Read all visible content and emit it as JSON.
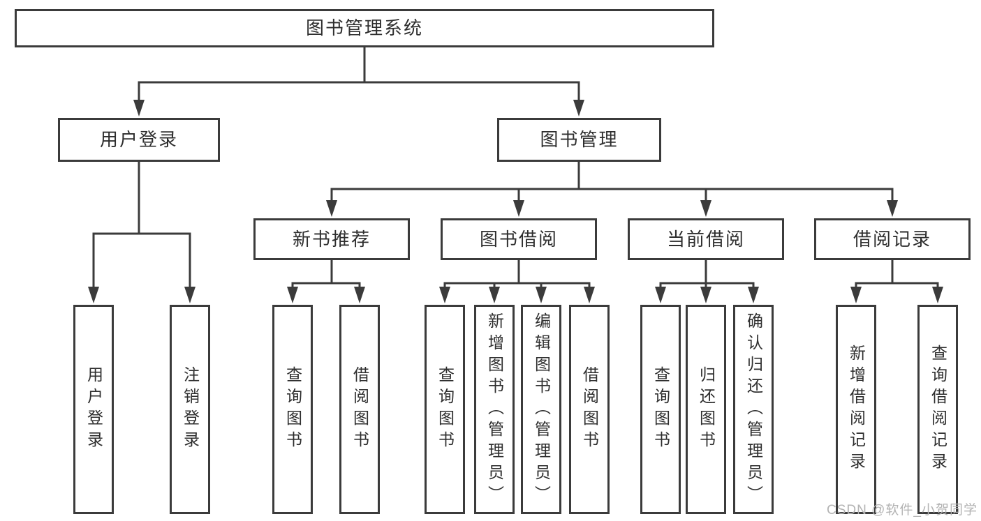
{
  "diagram": {
    "root": "图书管理系统",
    "user_login": {
      "label": "用户登录",
      "children": [
        "用户登录",
        "注销登录"
      ]
    },
    "book_management": {
      "label": "图书管理",
      "sections": {
        "new_book_recommend": {
          "label": "新书推荐",
          "children": [
            "查询图书",
            "借阅图书"
          ]
        },
        "book_borrow": {
          "label": "图书借阅",
          "children": [
            "查询图书",
            "新增图书（管理员）",
            "编辑图书（管理员）",
            "借阅图书"
          ]
        },
        "current_borrow": {
          "label": "当前借阅",
          "children": [
            "查询图书",
            "归还图书",
            "确认归还（管理员）"
          ]
        },
        "borrow_record": {
          "label": "借阅记录",
          "children": [
            "新增借阅记录",
            "查询借阅记录"
          ]
        }
      }
    }
  },
  "watermark": "CSDN @软件_小贺同学",
  "colors": {
    "line": "#3b3b3b",
    "text": "#2e2e2e",
    "box_fill": "#ffffff",
    "background": "#ffffff",
    "watermark": "#b3b3b3"
  }
}
